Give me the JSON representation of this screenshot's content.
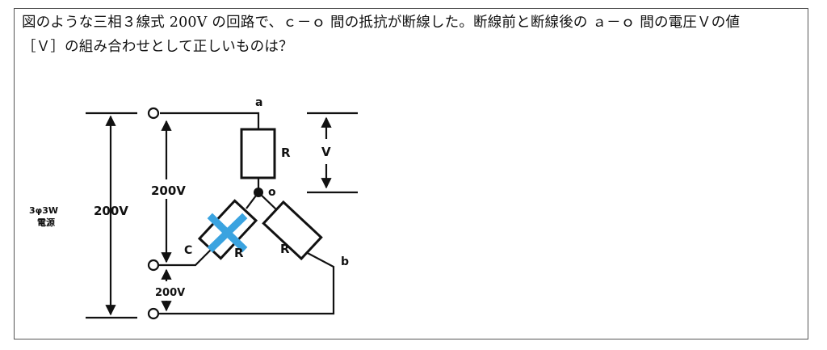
{
  "question": {
    "line1": "図のような三相３線式 200V の回路で、ｃ－ｏ 間の抵抗が断線した。断線前と断線後の ａ－ｏ 間の電圧Ｖの値",
    "line2": "［Ｖ］の組み合わせとして正しいものは？"
  },
  "diagram": {
    "source_label_line1": "3φ3W",
    "source_label_line2": "電源",
    "total_voltage": "200V",
    "voltage_ac": "200V",
    "voltage_cb": "200V",
    "node_a": "a",
    "node_b": "b",
    "node_c": "C",
    "node_o": "o",
    "resistor_a": "R",
    "resistor_b": "R",
    "resistor_c": "R",
    "measured_voltage": "V",
    "broken_mark_color": "#3aa3e0"
  }
}
